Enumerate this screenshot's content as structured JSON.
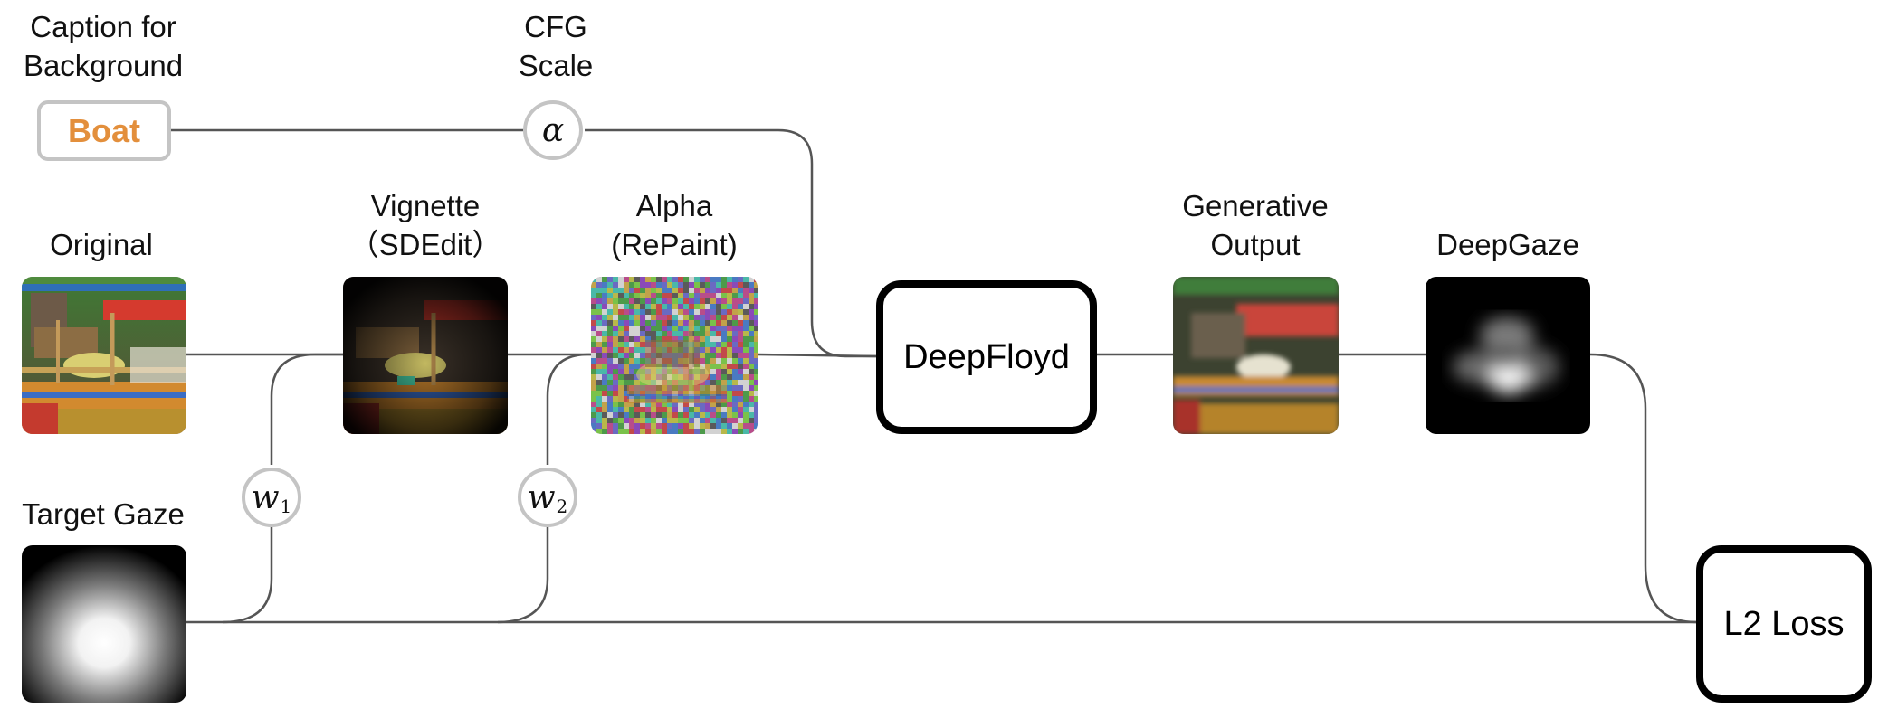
{
  "labels": {
    "caption_line1": "Caption for",
    "caption_line2": "Background",
    "cfg_line1": "CFG",
    "cfg_line2": "Scale",
    "original": "Original",
    "vignette_line1": "Vignette",
    "vignette_line2": "（SDEdit）",
    "alpha_line1": "Alpha",
    "alpha_line2": "(RePaint)",
    "generative_line1": "Generative",
    "generative_line2": "Output",
    "deepgaze": "DeepGaze",
    "target_gaze": "Target Gaze"
  },
  "nodes": {
    "caption_value": "Boat",
    "cfg_symbol": "α",
    "w1_symbol": "w",
    "w1_subscript": "1",
    "w2_symbol": "w",
    "w2_subscript": "2",
    "model": "DeepFloyd",
    "loss": "L2 Loss"
  },
  "colors": {
    "caption_text": "#e38f3c",
    "node_border": "#c4c4c4",
    "wire": "#555555",
    "model_border": "#000000"
  },
  "icons": {
    "original": "boat-photo-thumbnail",
    "vignette": "vignetted-boat-thumbnail",
    "alpha": "noisy-boat-thumbnail",
    "generative": "generated-boat-thumbnail",
    "deepgaze": "saliency-map-thumbnail",
    "target_gaze": "target-gaze-map-thumbnail"
  }
}
